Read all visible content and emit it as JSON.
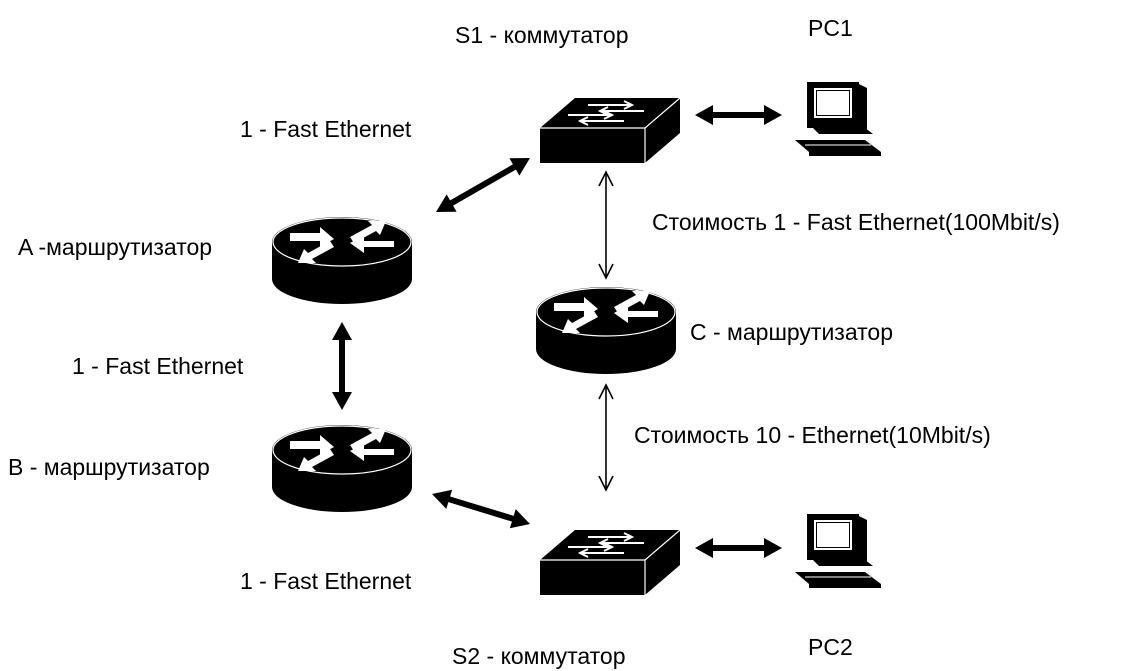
{
  "nodes": {
    "s1": {
      "label": "S1 - коммутатор",
      "type": "switch"
    },
    "s2": {
      "label": "S2 - коммутатор",
      "type": "switch"
    },
    "pc1": {
      "label": "PC1",
      "type": "computer"
    },
    "pc2": {
      "label": "PC2",
      "type": "computer"
    },
    "router_a": {
      "label": "A -маршрутизатор",
      "type": "router"
    },
    "router_b": {
      "label": "B - маршрутизатор",
      "type": "router"
    },
    "router_c": {
      "label": "C - маршрутизатор",
      "type": "router"
    }
  },
  "links": {
    "a_s1": {
      "label": "1 - Fast Ethernet"
    },
    "a_b": {
      "label": "1 - Fast Ethernet"
    },
    "b_s2": {
      "label": "1 - Fast Ethernet"
    },
    "s1_c": {
      "label": "Стоимость 1 - Fast Ethernet(100Mbit/s)"
    },
    "c_s2": {
      "label": "Стоимость 10 - Ethernet(10Mbit/s)"
    }
  },
  "colors": {
    "device": "#000000",
    "device_arrows": "#ffffff",
    "background": "#ffffff"
  }
}
